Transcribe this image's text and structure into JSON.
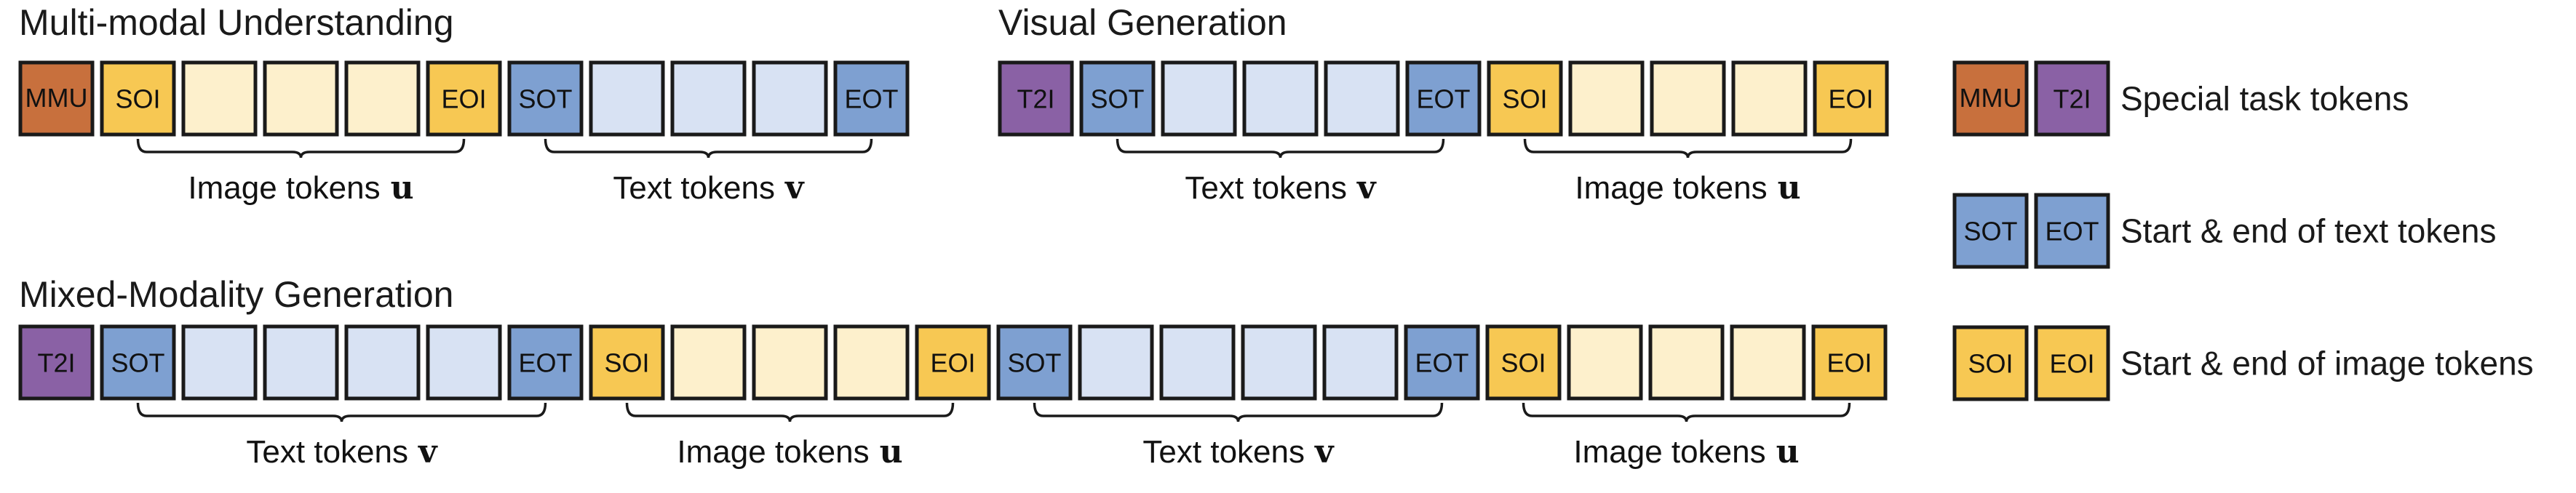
{
  "colors": {
    "MMU": "#c8703d",
    "T2I": "#8a61a5",
    "text_special": "#7ea0d1",
    "image_special": "#f7c853",
    "text_token": "#d8e2f3",
    "image_token": "#fdf0cc",
    "stroke": "#1a1a1a"
  },
  "sections": [
    {
      "id": "multimodal-understanding",
      "title": "Multi-modal Understanding",
      "tokens": [
        {
          "kind": "MMU",
          "label": "MMU"
        },
        {
          "kind": "image_special",
          "label": "SOI"
        },
        {
          "kind": "image_token",
          "label": ""
        },
        {
          "kind": "image_token",
          "label": ""
        },
        {
          "kind": "image_token",
          "label": ""
        },
        {
          "kind": "image_special",
          "label": "EOI"
        },
        {
          "kind": "text_special",
          "label": "SOT"
        },
        {
          "kind": "text_token",
          "label": ""
        },
        {
          "kind": "text_token",
          "label": ""
        },
        {
          "kind": "text_token",
          "label": ""
        },
        {
          "kind": "text_special",
          "label": "EOT"
        }
      ],
      "braces": [
        {
          "from": 1,
          "to": 5,
          "label": "Image tokens",
          "var": "u"
        },
        {
          "from": 6,
          "to": 10,
          "label": "Text tokens",
          "var": "v"
        }
      ]
    },
    {
      "id": "visual-generation",
      "title": "Visual Generation",
      "tokens": [
        {
          "kind": "T2I",
          "label": "T2I"
        },
        {
          "kind": "text_special",
          "label": "SOT"
        },
        {
          "kind": "text_token",
          "label": ""
        },
        {
          "kind": "text_token",
          "label": ""
        },
        {
          "kind": "text_token",
          "label": ""
        },
        {
          "kind": "text_special",
          "label": "EOT"
        },
        {
          "kind": "image_special",
          "label": "SOI"
        },
        {
          "kind": "image_token",
          "label": ""
        },
        {
          "kind": "image_token",
          "label": ""
        },
        {
          "kind": "image_token",
          "label": ""
        },
        {
          "kind": "image_special",
          "label": "EOI"
        }
      ],
      "braces": [
        {
          "from": 1,
          "to": 5,
          "label": "Text tokens",
          "var": "v"
        },
        {
          "from": 6,
          "to": 10,
          "label": "Image tokens",
          "var": "u"
        }
      ]
    },
    {
      "id": "mixed-modality-generation",
      "title": "Mixed-Modality Generation",
      "tokens": [
        {
          "kind": "T2I",
          "label": "T2I"
        },
        {
          "kind": "text_special",
          "label": "SOT"
        },
        {
          "kind": "text_token",
          "label": ""
        },
        {
          "kind": "text_token",
          "label": ""
        },
        {
          "kind": "text_token",
          "label": ""
        },
        {
          "kind": "text_token",
          "label": ""
        },
        {
          "kind": "text_special",
          "label": "EOT"
        },
        {
          "kind": "image_special",
          "label": "SOI"
        },
        {
          "kind": "image_token",
          "label": ""
        },
        {
          "kind": "image_token",
          "label": ""
        },
        {
          "kind": "image_token",
          "label": ""
        },
        {
          "kind": "image_special",
          "label": "EOI"
        },
        {
          "kind": "text_special",
          "label": "SOT"
        },
        {
          "kind": "text_token",
          "label": ""
        },
        {
          "kind": "text_token",
          "label": ""
        },
        {
          "kind": "text_token",
          "label": ""
        },
        {
          "kind": "text_token",
          "label": ""
        },
        {
          "kind": "text_special",
          "label": "EOT"
        },
        {
          "kind": "image_special",
          "label": "SOI"
        },
        {
          "kind": "image_token",
          "label": ""
        },
        {
          "kind": "image_token",
          "label": ""
        },
        {
          "kind": "image_token",
          "label": ""
        },
        {
          "kind": "image_special",
          "label": "EOI"
        }
      ],
      "braces": [
        {
          "from": 1,
          "to": 6,
          "label": "Text tokens",
          "var": "v"
        },
        {
          "from": 7,
          "to": 11,
          "label": "Image tokens",
          "var": "u"
        },
        {
          "from": 12,
          "to": 17,
          "label": "Text tokens",
          "var": "v"
        },
        {
          "from": 18,
          "to": 22,
          "label": "Image tokens",
          "var": "u"
        }
      ]
    }
  ],
  "legend": [
    {
      "tokens": [
        {
          "kind": "MMU",
          "label": "MMU"
        },
        {
          "kind": "T2I",
          "label": "T2I"
        }
      ],
      "label": "Special task tokens"
    },
    {
      "tokens": [
        {
          "kind": "text_special",
          "label": "SOT"
        },
        {
          "kind": "text_special",
          "label": "EOT"
        }
      ],
      "label": "Start & end of text tokens"
    },
    {
      "tokens": [
        {
          "kind": "image_special",
          "label": "SOI"
        },
        {
          "kind": "image_special",
          "label": "EOI"
        }
      ],
      "label": "Start & end of image tokens"
    }
  ]
}
